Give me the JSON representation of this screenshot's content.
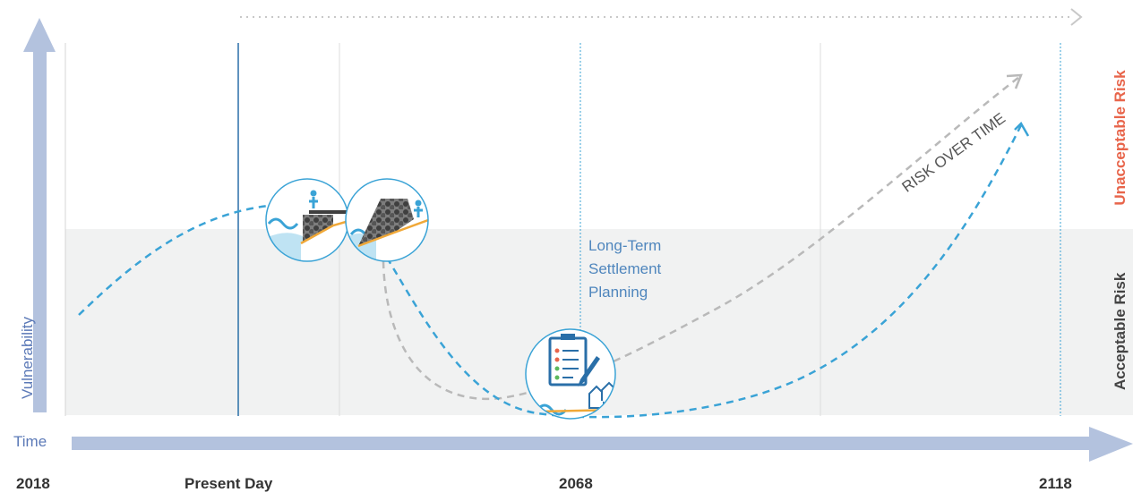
{
  "colors": {
    "accent_blue": "#3aa3d6",
    "dark_blue": "#2a6fa8",
    "axis_blue": "#b3c2de",
    "label_blue": "#5b79b7",
    "risk_gray": "#b9b9b9",
    "unacceptable_red": "#e8654b",
    "acceptable_band": "#f1f2f2",
    "sand": "#f0a838"
  },
  "axes": {
    "y_label": "Vulnerability",
    "x_label": "Time"
  },
  "timeline": {
    "labels": [
      "2018",
      "Present Day",
      "2068",
      "2118"
    ]
  },
  "zones": {
    "unacceptable": "Unacceptable Risk",
    "acceptable": "Acceptable Risk"
  },
  "annotations": {
    "risk_over_time": "RISK OVER TIME",
    "settlement_planning": [
      "Long-Term",
      "Settlement",
      "Planning"
    ]
  },
  "icons": {
    "seawall": "seawall-icon",
    "revetment": "revetment-icon",
    "plan": "planning-checklist-icon"
  }
}
